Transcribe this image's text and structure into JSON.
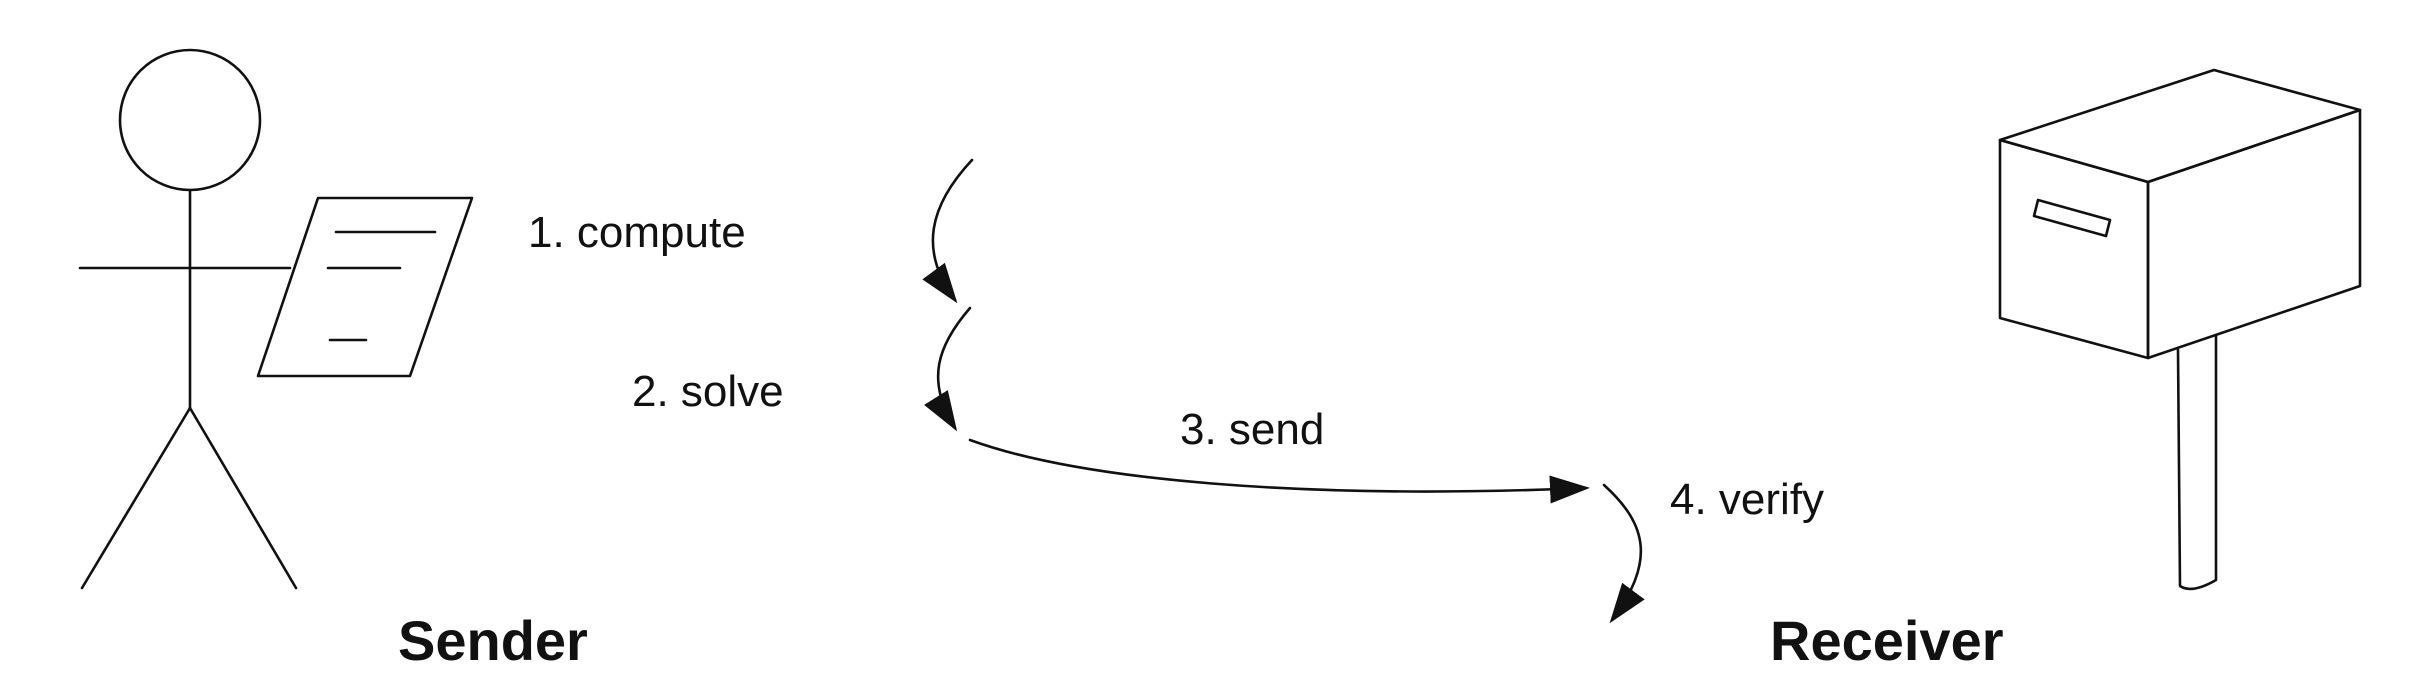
{
  "steps": [
    {
      "label": "1. compute"
    },
    {
      "label": "2. solve"
    },
    {
      "label": "3. send"
    },
    {
      "label": "4. verify"
    }
  ],
  "sender": {
    "label": "Sender"
  },
  "receiver": {
    "label": "Receiver"
  },
  "colors": {
    "stroke": "#111111",
    "background": "#ffffff"
  },
  "icons": [
    "stick-figure-icon",
    "document-icon",
    "mailbox-icon"
  ]
}
